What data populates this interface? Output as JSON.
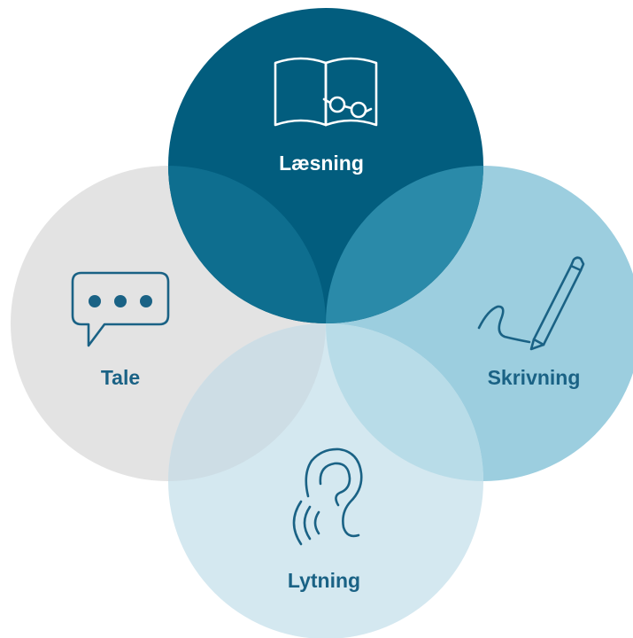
{
  "diagram": {
    "circles": [
      {
        "id": "tale",
        "label": "Tale",
        "icon": "speech-bubble-icon",
        "fill": "#e3e3e3",
        "text_color": "#1a6285",
        "icon_color": "#1a6285"
      },
      {
        "id": "laesning",
        "label": "Læsning",
        "icon": "book-with-glasses-icon",
        "fill": "#025d7e",
        "text_color": "#ffffff",
        "icon_color": "#ffffff"
      },
      {
        "id": "skrivning",
        "label": "Skrivning",
        "icon": "pen-writing-icon",
        "fill": "#9ccedf",
        "text_color": "#1a6285",
        "icon_color": "#1a6285"
      },
      {
        "id": "lytning",
        "label": "Lytning",
        "icon": "ear-listening-icon",
        "fill": "#d4e8f0",
        "text_color": "#1a6285",
        "icon_color": "#1a6285"
      }
    ],
    "overlap_colors": {
      "laesning_tale": "#0e6e8f",
      "laesning_skrivning": "#2a8aa9",
      "lytning_skrivning": "#b8dce8",
      "lytning_tale": "#cddde5"
    }
  }
}
